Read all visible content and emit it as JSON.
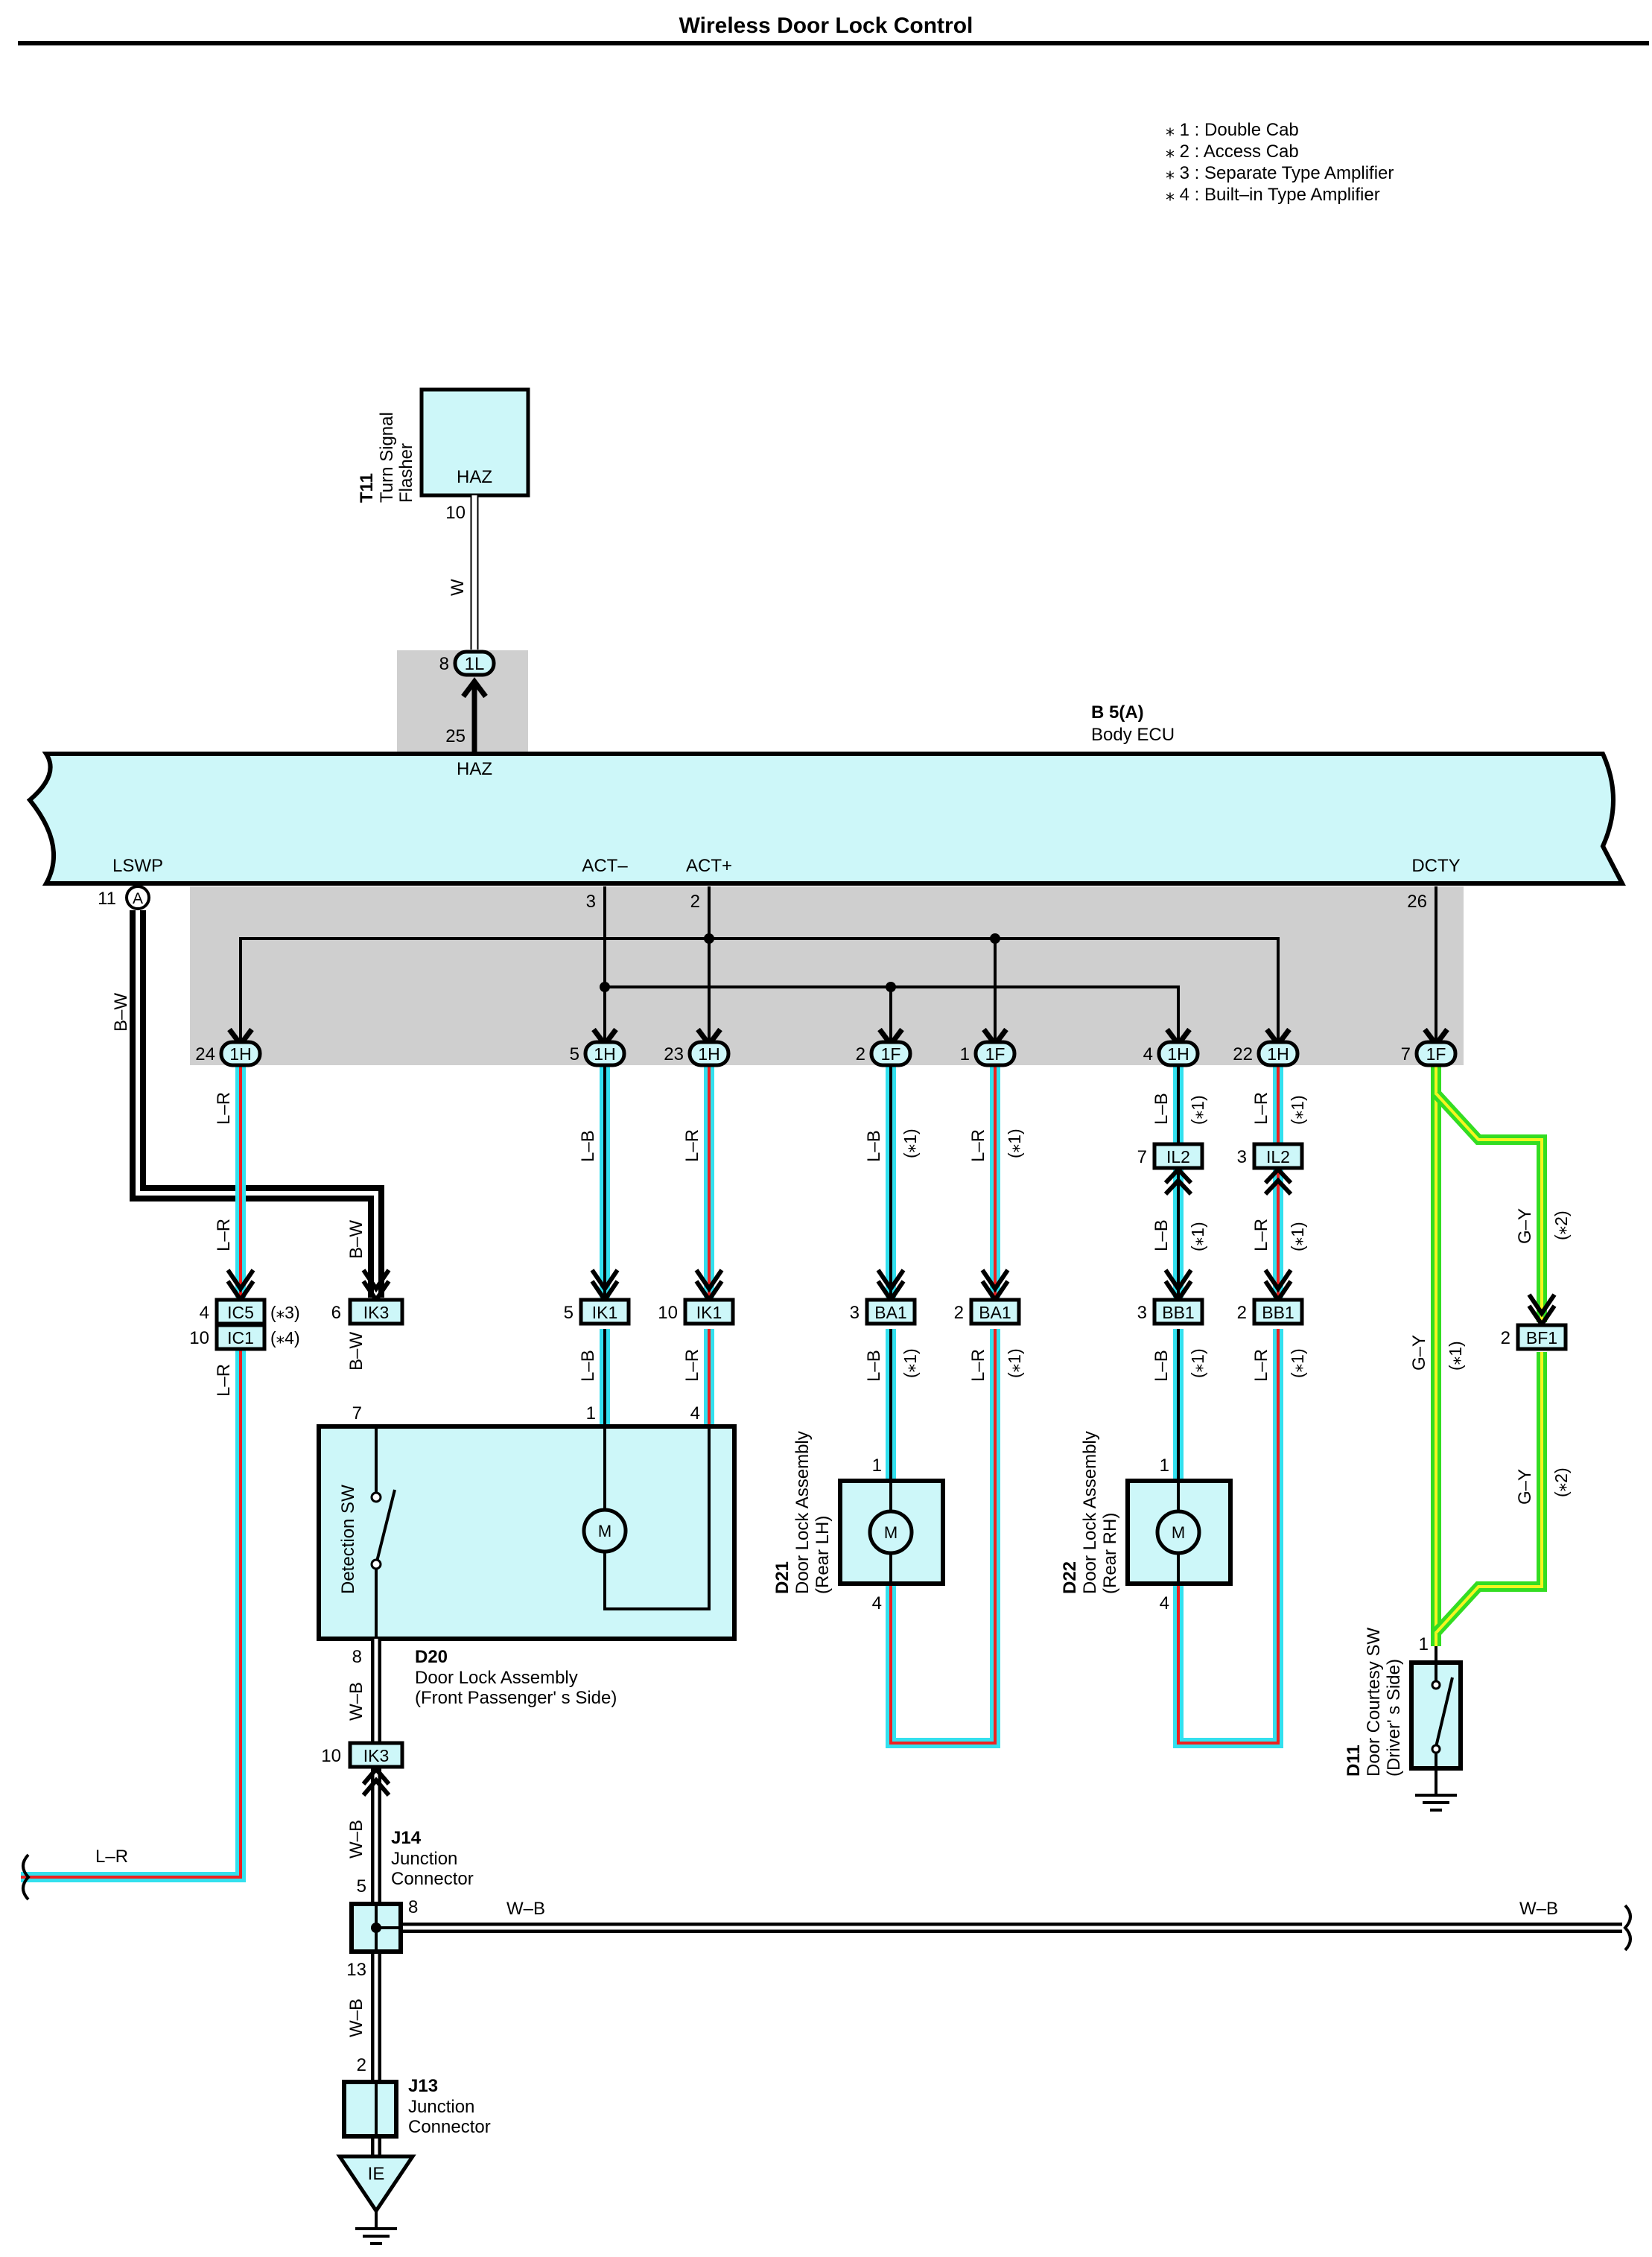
{
  "title": "Wireless Door Lock Control",
  "notes": [
    "⁎ 1 : Double Cab",
    "⁎ 2 : Access Cab",
    "⁎ 3 : Separate Type Amplifier",
    "⁎ 4 : Built–in Type Amplifier"
  ],
  "colors": {
    "light_blue": "#33e0ee",
    "red": "#ee2020",
    "green": "#33dd22",
    "yellow": "#f5f520",
    "module_fill": "#cdf7f9",
    "shade": "#cfcfcf"
  },
  "components": {
    "t11": {
      "id": "T11",
      "name_1": "Turn Signal",
      "name_2": "Flasher",
      "terminal": "HAZ",
      "pin": "10"
    },
    "b5": {
      "id": "B 5(A)",
      "name": "Body ECU",
      "haz": "HAZ",
      "haz_pin": "25",
      "lswp": "LSWP",
      "lswp_pin": "11",
      "lswp_conn": "A",
      "act_minus": "ACT–",
      "act_minus_pin": "3",
      "act_plus": "ACT+",
      "act_plus_pin": "2",
      "dcty": "DCTY",
      "dcty_pin": "26"
    },
    "d20": {
      "id": "D20",
      "name_1": "Door Lock Assembly",
      "name_2": "(Front Passenger' s Side)",
      "switch": "Detection SW",
      "motor": "M",
      "pin_7": "7",
      "pin_1": "1",
      "pin_4": "4",
      "pin_8": "8"
    },
    "d21": {
      "id": "D21",
      "name_1": "Door Lock Assembly",
      "name_2": "(Rear LH)",
      "motor": "M",
      "pin_1": "1",
      "pin_4": "4"
    },
    "d22": {
      "id": "D22",
      "name_1": "Door Lock Assembly",
      "name_2": "(Rear RH)",
      "motor": "M",
      "pin_1": "1",
      "pin_4": "4"
    },
    "d11": {
      "id": "D11",
      "name_1": "Door Courtesy SW",
      "name_2": "(Driver' s Side)",
      "pin": "1"
    },
    "j14": {
      "id": "J14",
      "name_1": "Junction",
      "name_2": "Connector",
      "pin_5": "5",
      "pin_8": "8",
      "pin_13": "13"
    },
    "j13": {
      "id": "J13",
      "name_1": "Junction",
      "name_2": "Connector",
      "pin_2": "2"
    },
    "ground": {
      "label": "IE"
    }
  },
  "connectors": {
    "c1l": {
      "label": "1L",
      "pin": "8"
    },
    "h24": {
      "label": "1H",
      "pin": "24"
    },
    "h5": {
      "label": "1H",
      "pin": "5"
    },
    "h23": {
      "label": "1H",
      "pin": "23"
    },
    "f2": {
      "label": "1F",
      "pin": "2"
    },
    "f1": {
      "label": "1F",
      "pin": "1"
    },
    "h4": {
      "label": "1H",
      "pin": "4"
    },
    "h22": {
      "label": "1H",
      "pin": "22"
    },
    "f7": {
      "label": "1F",
      "pin": "7"
    },
    "il2_7": {
      "label": "IL2",
      "pin": "7"
    },
    "il2_3": {
      "label": "IL2",
      "pin": "3"
    },
    "ic5": {
      "label": "IC5",
      "pin": "4",
      "note": "(⁎3)"
    },
    "ic1": {
      "label": "IC1",
      "pin": "10",
      "note": "(⁎4)"
    },
    "ik3_6": {
      "label": "IK3",
      "pin": "6"
    },
    "ik1_5": {
      "label": "IK1",
      "pin": "5"
    },
    "ik1_10": {
      "label": "IK1",
      "pin": "10"
    },
    "ba1_3": {
      "label": "BA1",
      "pin": "3"
    },
    "ba1_2": {
      "label": "BA1",
      "pin": "2"
    },
    "bb1_3": {
      "label": "BB1",
      "pin": "3"
    },
    "bb1_2": {
      "label": "BB1",
      "pin": "2"
    },
    "bf1": {
      "label": "BF1",
      "pin": "2"
    },
    "ik3_10": {
      "label": "IK3",
      "pin": "10"
    }
  },
  "wires": {
    "w": "W",
    "bw": "B–W",
    "lr": "L–R",
    "lb": "L–B",
    "gy": "G–Y",
    "wb": "W–B"
  },
  "conditions": {
    "c1": "(⁎1)",
    "c2": "(⁎2)"
  }
}
